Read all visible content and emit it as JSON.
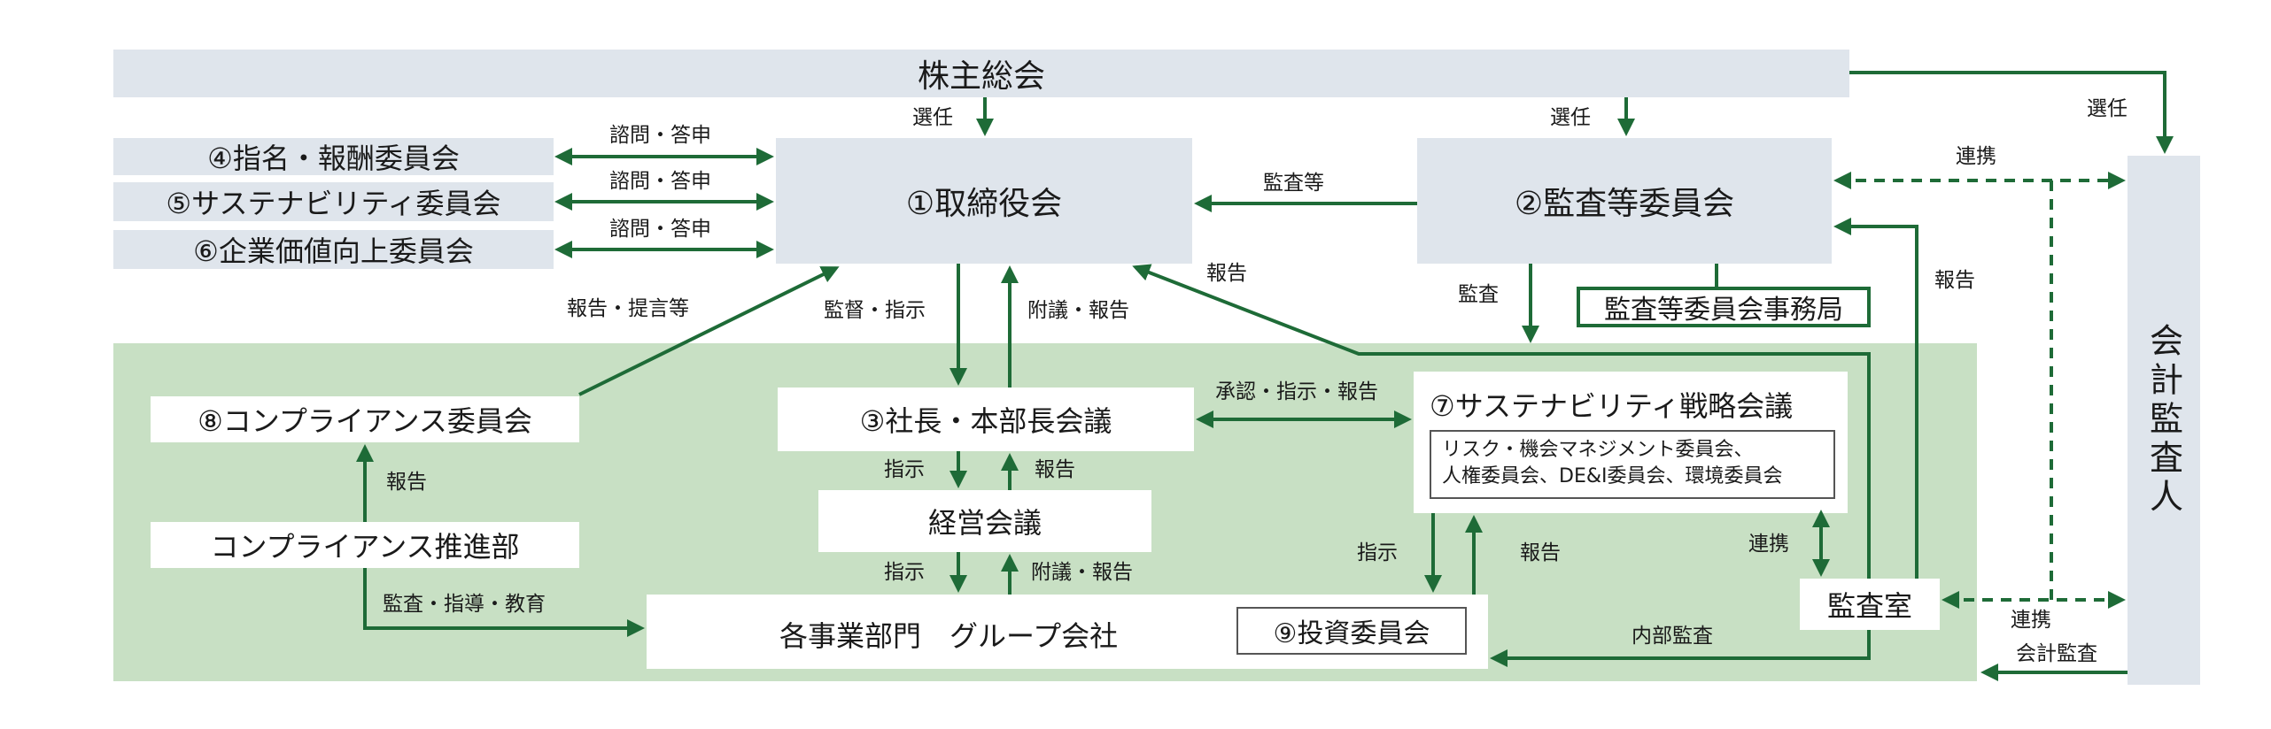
{
  "nodes": {
    "shareholders": "株主総会",
    "board": "①取締役会",
    "audit_committee": "②監査等委員会",
    "president_meeting": "③社長・本部長会議",
    "nomination": "④指名・報酬委員会",
    "sustainability_committee": "⑤サステナビリティ委員会",
    "corporate_value": "⑥企業価値向上委員会",
    "sustainability_strategy": "⑦サステナビリティ戦略会議",
    "sub_committees_line1": "リスク・機会マネジメント委員会、",
    "sub_committees_line2": "人権委員会、DE&I委員会、環境委員会",
    "compliance_committee": "⑧コンプライアンス委員会",
    "compliance_dept": "コンプライアンス推進部",
    "management_meeting": "経営会議",
    "business_units": "各事業部門　グループ会社",
    "investment_committee": "⑨投資委員会",
    "audit_office": "監査室",
    "audit_committee_office": "監査等委員会事務局",
    "accounting_auditor": "会計監査人"
  },
  "labels": {
    "appoint_board": "選任",
    "appoint_audit": "選任",
    "appoint_auditor": "選任",
    "consult1": "諮問・答申",
    "consult2": "諮問・答申",
    "consult3": "諮問・答申",
    "audit_etc": "監査等",
    "report_board": "報告",
    "report_proposal": "報告・提言等",
    "supervise": "監督・指示",
    "proposal_report1": "附議・報告",
    "audit": "監査",
    "liaison1": "連携",
    "report_audit": "報告",
    "approve": "承認・指示・報告",
    "report_comp": "報告",
    "instruct1": "指示",
    "report2": "報告",
    "instruct2": "指示",
    "proposal_report2": "附議・報告",
    "instruct3": "指示",
    "report3": "報告",
    "liaison2": "連携",
    "audit_guidance": "監査・指導・教育",
    "internal_audit": "内部監査",
    "liaison3": "連携",
    "accounting_audit": "会計監査"
  },
  "colors": {
    "arrow": "#1e6b37",
    "gray_box": "#dfe5ec",
    "green_zone": "#c8e0c4"
  }
}
